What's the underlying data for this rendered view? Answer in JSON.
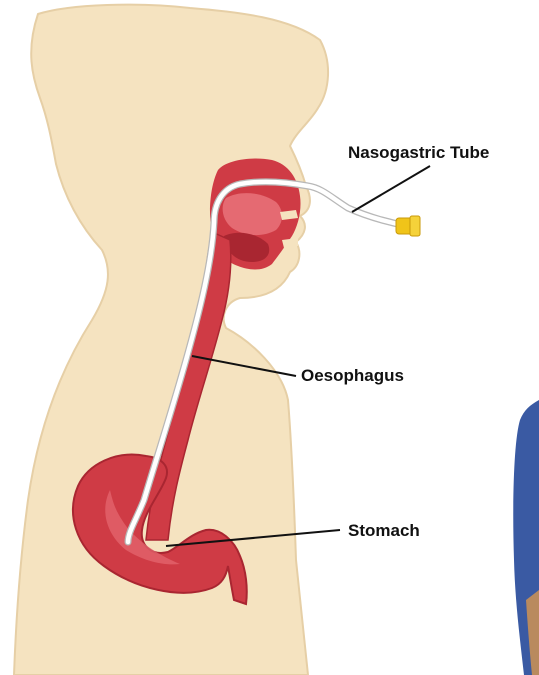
{
  "labels": {
    "nasogastric_tube": "Nasogastric Tube",
    "oesophagus": "Oesophagus",
    "stomach": "Stomach"
  },
  "colors": {
    "skin": "#f5e3c0",
    "skin_outline": "#e6cfa6",
    "organ_red": "#cf3b45",
    "organ_dark": "#a92631",
    "organ_light": "#e56a72",
    "tube": "#ffffff",
    "tube_outline": "#b8b8b8",
    "connector": "#f0c419",
    "leader_line": "#111111",
    "edge_blue": "#3a5aa3",
    "background": "#ffffff"
  },
  "icons": [
    "nasogastric-tube-connector-icon"
  ]
}
